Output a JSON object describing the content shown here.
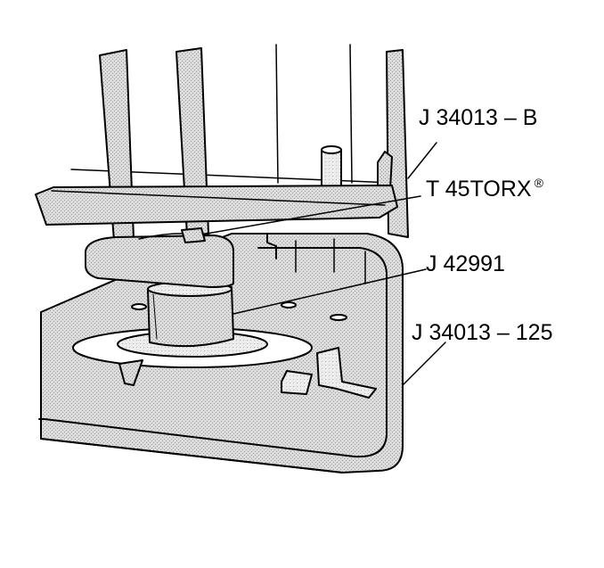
{
  "callouts": {
    "tool_b": "J 34013 – B",
    "torx": "T 45TORX",
    "torx_mark": "®",
    "tool_42991": "J 42991",
    "tool_125": "J 34013 – 125"
  },
  "colors": {
    "line": "#000000",
    "fill_shaded": "#d0d0d0",
    "fill_light": "#e6e6e6",
    "background": "#ffffff"
  }
}
